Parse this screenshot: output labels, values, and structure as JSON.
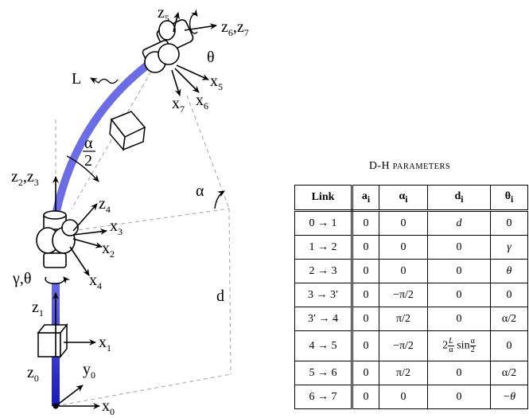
{
  "diagram": {
    "axes": {
      "z5": "z",
      "z5_sub": "5",
      "z67": "z",
      "z67_sub": "6",
      "z67_sep": ",z",
      "z67_sub2": "7",
      "theta_top": "θ",
      "x5": "x",
      "x5_sub": "5",
      "x6": "x",
      "x6_sub": "6",
      "x7": "x",
      "x7_sub": "7",
      "L": "L",
      "alpha_half_num": "α",
      "alpha_half_den": "2",
      "z23": "z",
      "z23_sub": "2",
      "z23_sep": ",z",
      "z23_sub2": "3",
      "z4": "z",
      "z4_sub": "4",
      "x3": "x",
      "x3_sub": "3",
      "x2": "x",
      "x2_sub": "2",
      "x4": "x",
      "x4_sub": "4",
      "gamma_theta": "γ,θ",
      "z1": "z",
      "z1_sub": "1",
      "x1": "x",
      "x1_sub": "1",
      "z0": "z",
      "z0_sub": "0",
      "y0": "y",
      "y0_sub": "0",
      "x0": "x",
      "x0_sub": "0",
      "alpha": "α",
      "d": "d"
    }
  },
  "table": {
    "title_first": "D-H",
    "title_rest": "PARAMETERS",
    "headers": [
      "Link",
      "a",
      "α",
      "d",
      "θ"
    ],
    "header_sub": "i",
    "rows": [
      {
        "link": "0 → 1",
        "a": "0",
        "alpha": "0",
        "d": "d",
        "theta": "0"
      },
      {
        "link": "1 → 2",
        "a": "0",
        "alpha": "0",
        "d": "0",
        "theta": "γ"
      },
      {
        "link": "2 → 3",
        "a": "0",
        "alpha": "0",
        "d": "0",
        "theta": "θ"
      },
      {
        "link": "3 → 3′",
        "a": "0",
        "alpha": "−π/2",
        "d": "0",
        "theta": "0"
      },
      {
        "link": "3′ → 4",
        "a": "0",
        "alpha": "π/2",
        "d": "0",
        "theta": "α/2"
      },
      {
        "link": "4 → 5",
        "a": "0",
        "alpha": "−π/2",
        "d_prefix": "2",
        "d_frac_num": "L",
        "d_frac_den": "α",
        "d_mid": "sin",
        "d_frac2_num": "α",
        "d_frac2_den": "2",
        "theta": "0"
      },
      {
        "link": "5 → 6",
        "a": "0",
        "alpha": "π/2",
        "d": "0",
        "theta": "α/2"
      },
      {
        "link": "6 → 7",
        "a": "0",
        "alpha": "0",
        "d": "0",
        "theta": "−θ"
      }
    ]
  },
  "colors": {
    "link_blue": "#2f2fc9",
    "arc_blue": "#6c6ce4",
    "dashed": "#b0b0b0"
  }
}
